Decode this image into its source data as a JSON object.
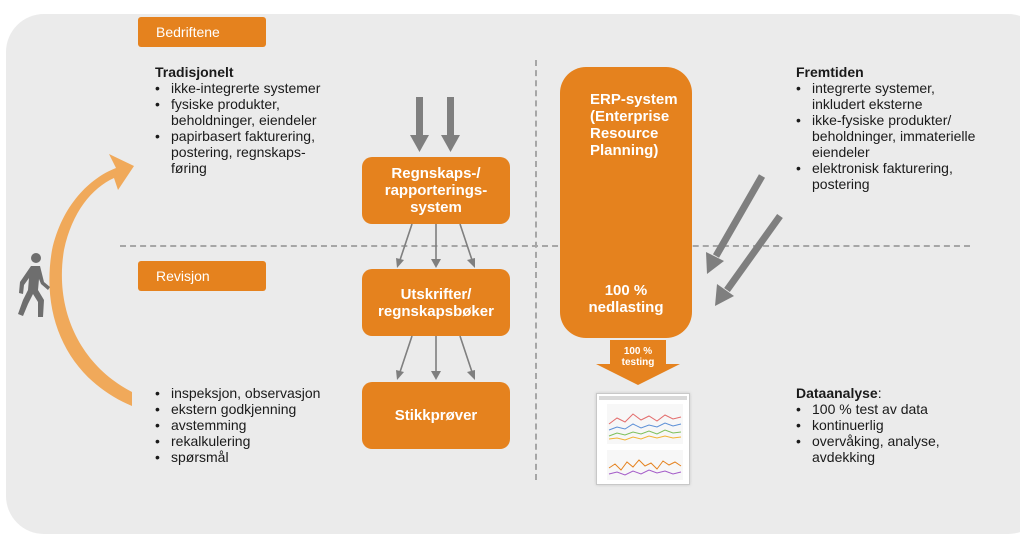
{
  "labels": {
    "bedriftene": "Bedriftene",
    "revisjon": "Revisjon"
  },
  "tradisjonelt": {
    "title": "Tradisjonelt",
    "items": [
      "ikke-integrerte systemer",
      "fysiske produkter, beholdninger, eiendeler",
      "papirbasert fakturering, postering, regnskaps-føring"
    ]
  },
  "fremtiden": {
    "title": "Fremtiden",
    "items": [
      "integrerte systemer, inkludert eksterne",
      "ikke-fysiske produkter/ beholdninger, immaterielle eiendeler",
      "elektronisk fakturering, postering"
    ]
  },
  "revisjon_items": [
    "inspeksjon, observasjon",
    "ekstern godkjenning",
    "avstemming",
    "rekalkulering",
    "spørsmål"
  ],
  "dataanalyse": {
    "title": "Dataanalyse",
    "title_suffix": ":",
    "items": [
      "100 % test av data",
      "kontinuerlig",
      "overvåking, analyse, avdekking"
    ]
  },
  "boxes": {
    "regnskap": "Regnskaps-/ rapporterings-system",
    "utskrifter": "Utskrifter/ regnskapsbøker",
    "stikkprover": "Stikkprøver",
    "erp": "ERP-system (Enterprise Resource Planning)",
    "nedlasting": "100 % nedlasting",
    "testing": "100 % testing"
  },
  "colors": {
    "orange": "#e5821e",
    "light_orange": "#f0a95a",
    "gray_arrow": "#7f7f7f",
    "panel": "#ebebeb"
  },
  "icons": {
    "person": "walking-person-icon"
  }
}
